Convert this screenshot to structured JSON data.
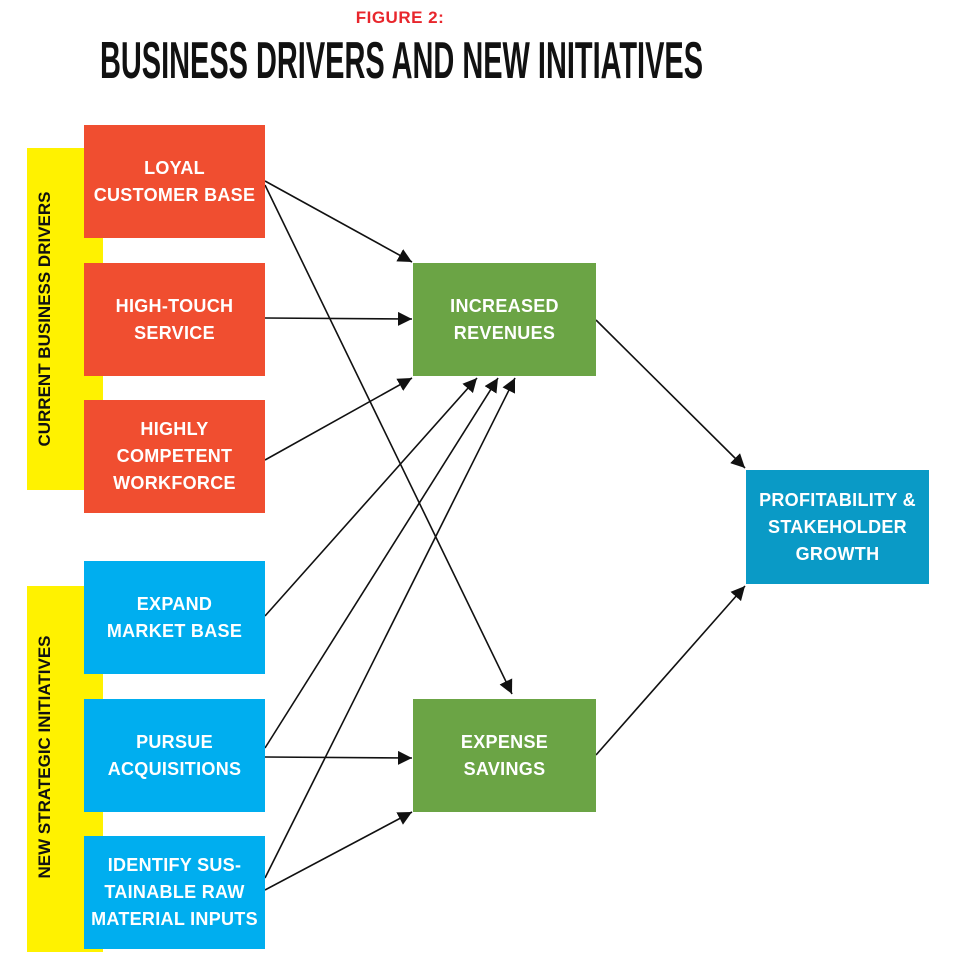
{
  "figure_label": "FIGURE 2:",
  "title": "BUSINESS DRIVERS AND NEW INITIATIVES",
  "groups": {
    "current": "CURRENT BUSINESS DRIVERS",
    "strategic": "NEW STRATEGIC INITIATIVES"
  },
  "drivers": {
    "loyal": [
      "LOYAL",
      "CUSTOMER BASE"
    ],
    "service": [
      "HIGH-TOUCH",
      "SERVICE"
    ],
    "workforce": [
      "HIGHLY",
      "COMPETENT",
      "WORKFORCE"
    ]
  },
  "initiatives": {
    "expand": [
      "EXPAND",
      "MARKET BASE"
    ],
    "acquisitions": [
      "PURSUE",
      "ACQUISITIONS"
    ],
    "sustainable": [
      "IDENTIFY SUS-",
      "TAINABLE RAW",
      "MATERIAL INPUTS"
    ]
  },
  "outcomes": {
    "revenues": [
      "INCREASED",
      "REVENUES"
    ],
    "savings": [
      "EXPENSE",
      "SAVINGS"
    ]
  },
  "goal": [
    "PROFITABILITY &",
    "STAKEHOLDER",
    "GROWTH"
  ],
  "colors": {
    "driver": "#f04e30",
    "initiative": "#00aeef",
    "outcome": "#6ba445",
    "goal": "#0a9ac6",
    "band": "#fff200",
    "figure_label": "#e8262c"
  }
}
